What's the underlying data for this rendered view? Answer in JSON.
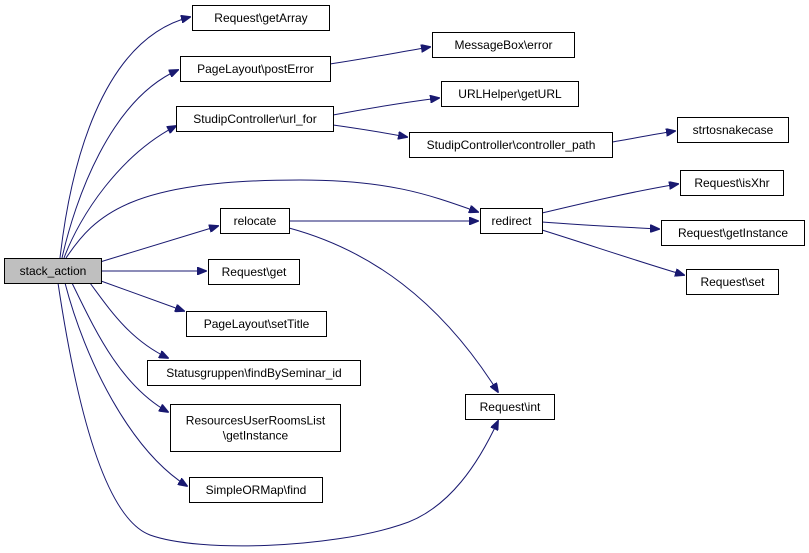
{
  "nodes": {
    "stack_action": {
      "label": "stack_action",
      "root": true
    },
    "getArray": {
      "label": "Request\\getArray"
    },
    "postError": {
      "label": "PageLayout\\postError"
    },
    "msgError": {
      "label": "MessageBox\\error"
    },
    "urlFor": {
      "label": "StudipController\\url_for"
    },
    "getURL": {
      "label": "URLHelper\\getURL"
    },
    "controllerPath": {
      "label": "StudipController\\controller_path"
    },
    "strtosnake": {
      "label": "strtosnakecase"
    },
    "relocate": {
      "label": "relocate"
    },
    "redirect": {
      "label": "redirect"
    },
    "isXhr": {
      "label": "Request\\isXhr"
    },
    "getInstance": {
      "label": "Request\\getInstance"
    },
    "set": {
      "label": "Request\\set"
    },
    "get": {
      "label": "Request\\get"
    },
    "setTitle": {
      "label": "PageLayout\\setTitle"
    },
    "statusgruppen": {
      "label": "Statusgruppen\\findBySeminar_id"
    },
    "resources": {
      "label": [
        "ResourcesUserRoomsList",
        "\\getInstance"
      ]
    },
    "reqInt": {
      "label": "Request\\int"
    },
    "find": {
      "label": "SimpleORMap\\find"
    }
  },
  "edges": [
    [
      "stack_action",
      "getArray"
    ],
    [
      "stack_action",
      "postError"
    ],
    [
      "stack_action",
      "urlFor"
    ],
    [
      "stack_action",
      "redirect"
    ],
    [
      "stack_action",
      "relocate"
    ],
    [
      "stack_action",
      "get"
    ],
    [
      "stack_action",
      "setTitle"
    ],
    [
      "stack_action",
      "statusgruppen"
    ],
    [
      "stack_action",
      "resources"
    ],
    [
      "stack_action",
      "find"
    ],
    [
      "stack_action",
      "reqInt"
    ],
    [
      "postError",
      "msgError"
    ],
    [
      "urlFor",
      "getURL"
    ],
    [
      "urlFor",
      "controllerPath"
    ],
    [
      "controllerPath",
      "strtosnake"
    ],
    [
      "relocate",
      "redirect"
    ],
    [
      "relocate",
      "reqInt"
    ],
    [
      "redirect",
      "isXhr"
    ],
    [
      "redirect",
      "getInstance"
    ],
    [
      "redirect",
      "set"
    ]
  ]
}
